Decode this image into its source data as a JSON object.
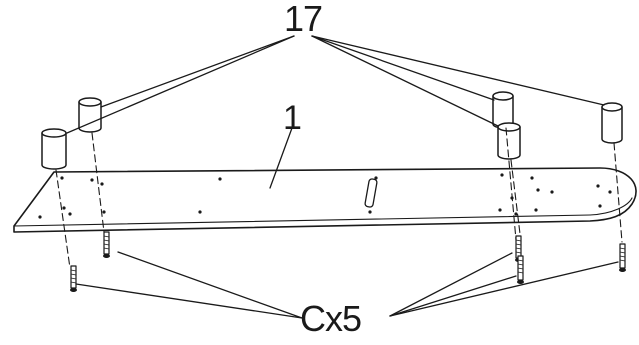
{
  "diagram": {
    "labels": {
      "feet": "17",
      "board": "1",
      "screws": "Cx5"
    },
    "parts": {
      "feet_count": 5,
      "screws_count": 5
    },
    "colors": {
      "line": "#1a1a1a",
      "fill": "#ffffff"
    }
  }
}
